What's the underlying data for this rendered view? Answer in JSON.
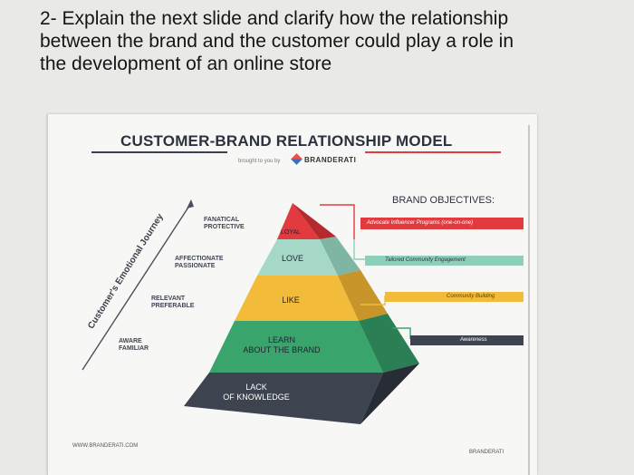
{
  "question": {
    "line1": "2- Explain the next slide and clarify how the relationship",
    "line2": "between the brand and the customer could play a role in",
    "line3": "the development of an online store"
  },
  "slide": {
    "title": "CUSTOMER-BRAND RELATIONSHIP MODEL",
    "brought_by": "brought to you by",
    "brand": "BRANDERATI",
    "journey_label": "Customer's Emotional Journey",
    "objectives_title": "BRAND OBJECTIVES:",
    "levels": [
      {
        "line1": "FANATICAL",
        "line2": "PROTECTIVE"
      },
      {
        "line1": "AFFECTIONATE",
        "line2": "PASSIONATE"
      },
      {
        "line1": "RELEVANT",
        "line2": "PREFERABLE"
      },
      {
        "line1": "AWARE",
        "line2": "FAMILIAR"
      }
    ],
    "tiers": [
      {
        "line1": "LOYAL",
        "line2": "",
        "color": "#e23b3f"
      },
      {
        "line1": "LOVE",
        "line2": "",
        "color": "#9fd3c2"
      },
      {
        "line1": "LIKE",
        "line2": "",
        "color": "#f2bb3a"
      },
      {
        "line1": "LEARN",
        "line2": "ABOUT THE BRAND",
        "color": "#3aa46d"
      },
      {
        "line1": "LACK",
        "line2": "OF KNOWLEDGE",
        "color": "#3d4450"
      }
    ],
    "objectives": [
      {
        "label": "Advocate Influencer Programs (one-on-one)",
        "color": "#e23b3f"
      },
      {
        "label": "Tailored Community Engagement",
        "color": "#8ecfba"
      },
      {
        "label": "Community Building",
        "color": "#f2bb3a"
      },
      {
        "label": "Awareness",
        "color": "#3d4450"
      }
    ],
    "footer_url": "WWW.BRANDERATI.COM",
    "footer_brand": "BRANDERATI"
  }
}
